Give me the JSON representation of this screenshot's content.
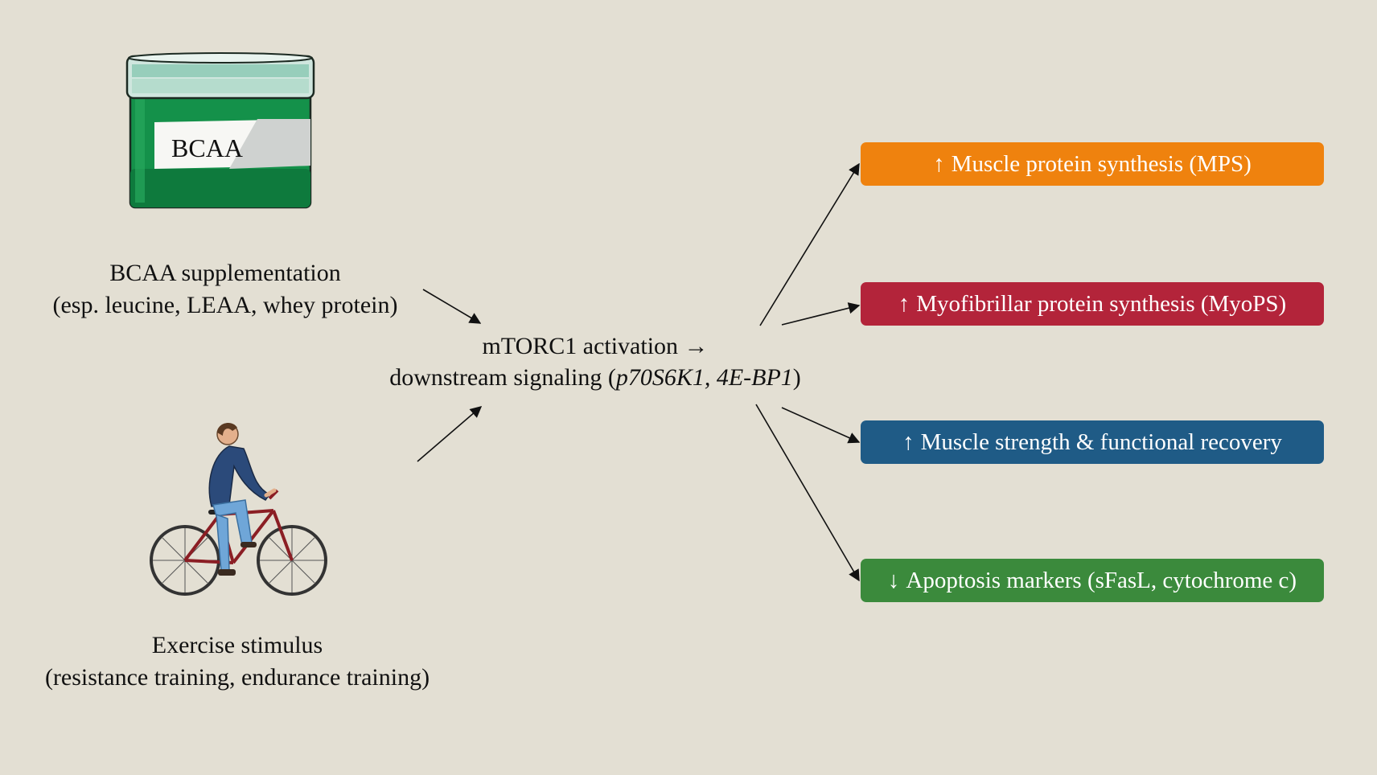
{
  "supplement": {
    "jar_label": "BCAA",
    "line1": "BCAA supplementation",
    "line2": "(esp. leucine, LEAA, whey protein)"
  },
  "exercise": {
    "line1": "Exercise stimulus",
    "line2": "(resistance training, endurance training)"
  },
  "mechanism": {
    "line1": "mTORC1 activation →",
    "line2_prefix": "downstream signaling (",
    "line2_italic": "p70S6K1, 4E-BP1",
    "line2_suffix": ")"
  },
  "outcomes": [
    {
      "symbol": "↑",
      "label": "Muscle protein synthesis (MPS)",
      "color": "#ef820e"
    },
    {
      "symbol": "↑",
      "label": "Myofibrillar protein synthesis (MyoPS)",
      "color": "#b3243a"
    },
    {
      "symbol": "↑",
      "label": "Muscle strength & functional recovery",
      "color": "#1f5b86"
    },
    {
      "symbol": "↓",
      "label": "Apoptosis markers (sFasL, cytochrome c)",
      "color": "#3b8a3c"
    }
  ],
  "icons": {
    "jar": "bcaa-jar-icon",
    "cyclist": "cyclist-icon",
    "arrow": "arrow-icon"
  },
  "colors": {
    "background": "#e3dfd3",
    "jar_green": "#14914a",
    "jar_lid": "#cde3dc"
  }
}
